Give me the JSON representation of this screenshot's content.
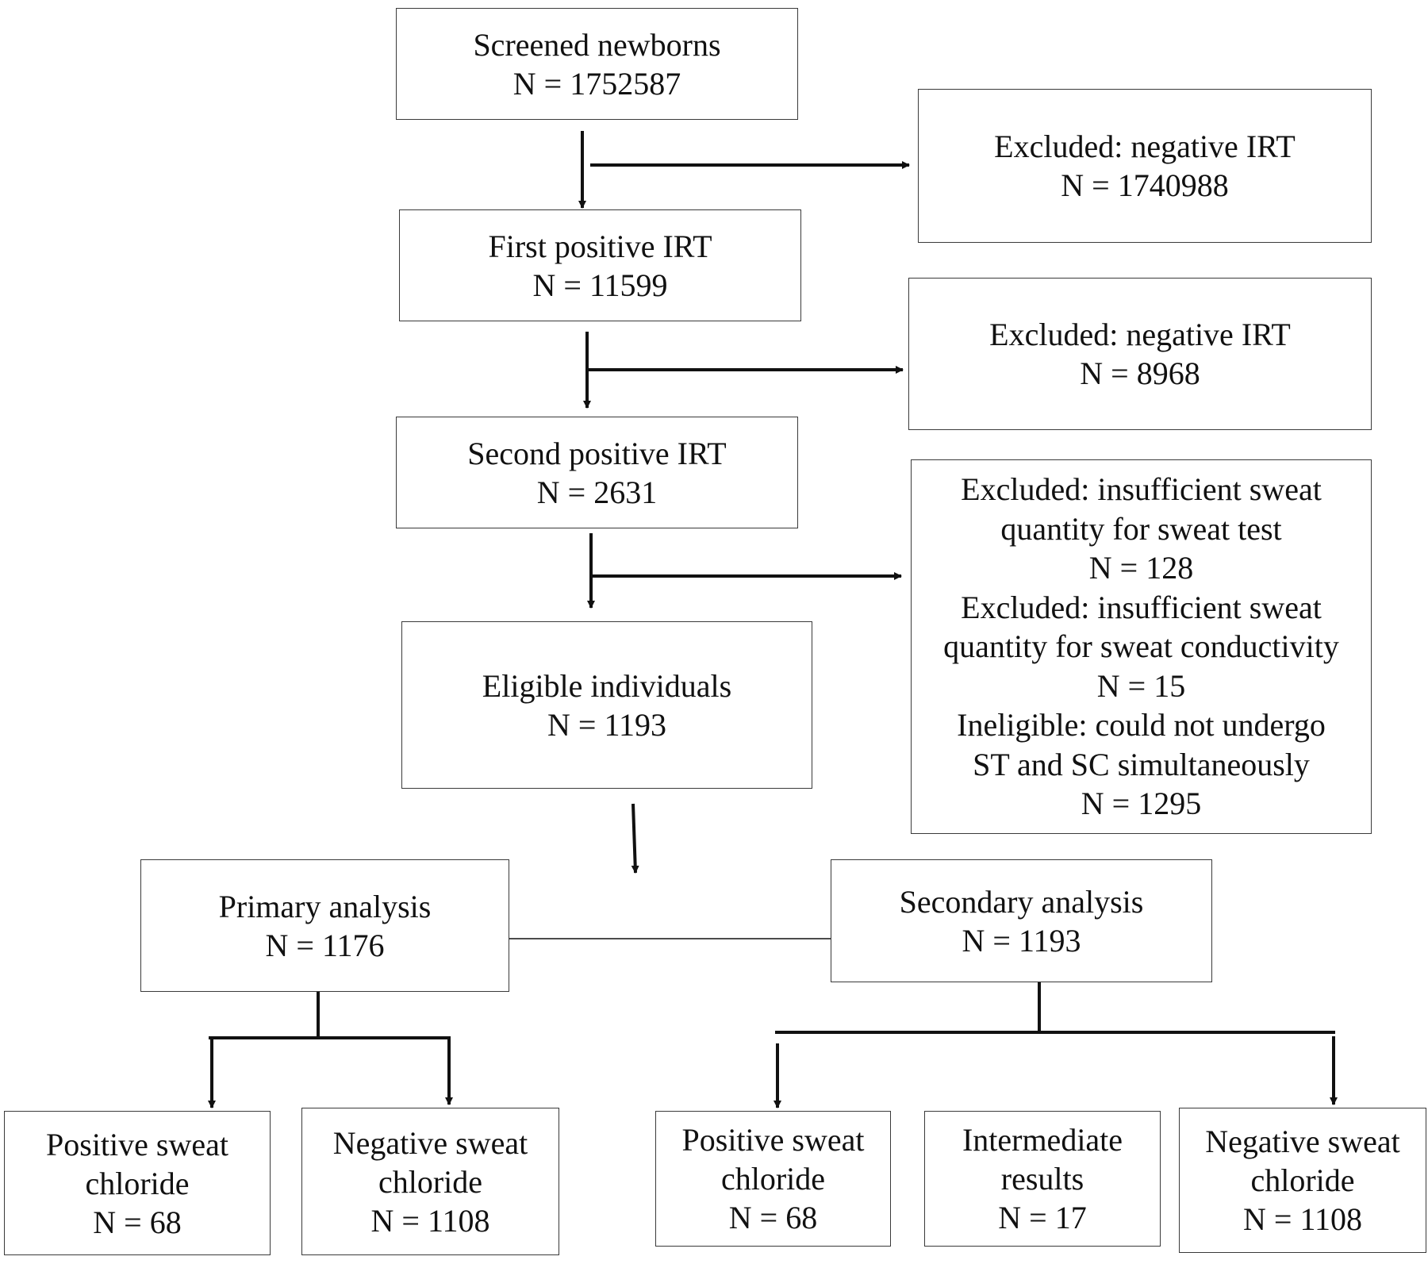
{
  "nodes": {
    "screened": {
      "lines": [
        "Screened newborns",
        "N = 1752587"
      ]
    },
    "excluded_1": {
      "lines": [
        "Excluded: negative IRT",
        "N = 1740988"
      ]
    },
    "first_irt": {
      "lines": [
        "First positive IRT",
        "N = 11599"
      ]
    },
    "excluded_2": {
      "lines": [
        "Excluded: negative IRT",
        "N = 8968"
      ]
    },
    "second_irt": {
      "lines": [
        "Second positive IRT",
        "N = 2631"
      ]
    },
    "excluded_3": {
      "lines": [
        "Excluded: insufficient sweat",
        "quantity for sweat test",
        "N = 128",
        "Excluded: insufficient sweat",
        "quantity for sweat conductivity",
        "N = 15",
        "Ineligible: could not undergo",
        "ST and SC simultaneously",
        "N = 1295"
      ]
    },
    "eligible": {
      "lines": [
        "Eligible individuals",
        "N = 1193"
      ]
    },
    "primary": {
      "lines": [
        "Primary analysis",
        "N = 1176"
      ]
    },
    "secondary": {
      "lines": [
        "Secondary analysis",
        "N = 1193"
      ]
    },
    "prim_pos": {
      "lines": [
        "Positive sweat",
        "chloride",
        "N = 68"
      ]
    },
    "prim_neg": {
      "lines": [
        "Negative sweat",
        "chloride",
        "N = 1108"
      ]
    },
    "sec_pos": {
      "lines": [
        "Positive sweat",
        "chloride",
        "N = 68"
      ]
    },
    "sec_int": {
      "lines": [
        "Intermediate",
        "results",
        "N = 17"
      ]
    },
    "sec_neg": {
      "lines": [
        "Negative sweat",
        "chloride",
        "N = 1108"
      ]
    }
  },
  "colors": {
    "line": "#111111",
    "border": "#3a3a3a",
    "text": "#111111"
  }
}
